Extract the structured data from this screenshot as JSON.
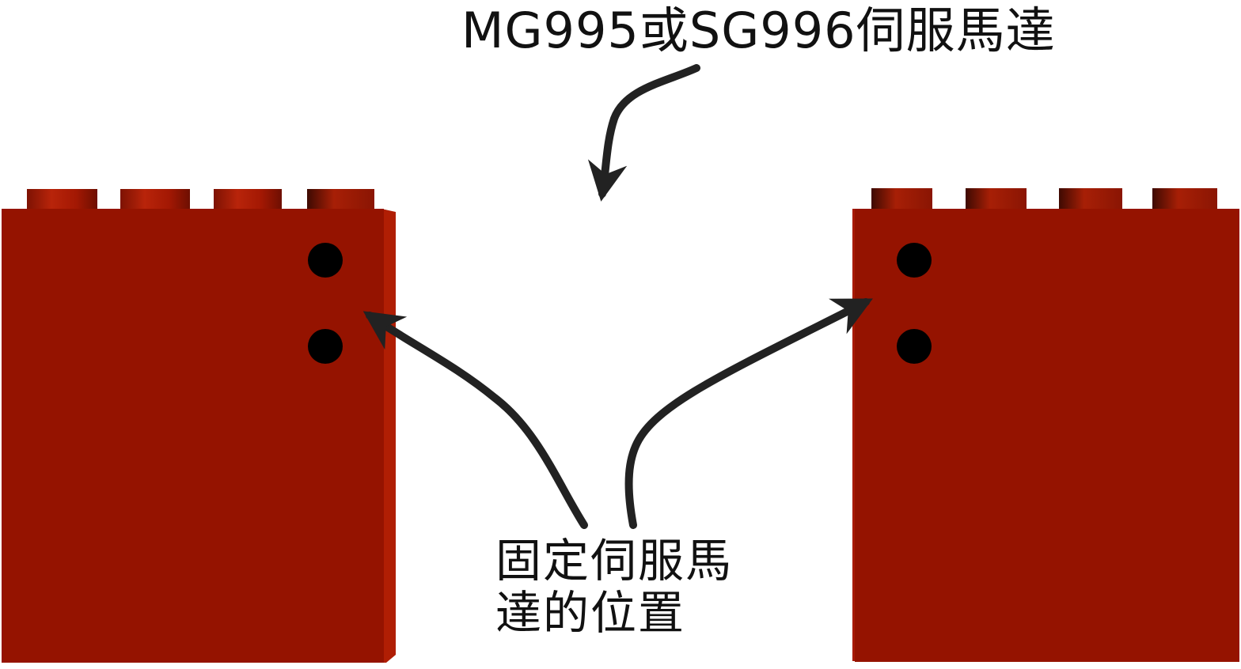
{
  "labels": {
    "servo_title": "MG995或SG996伺服馬達",
    "mount_position_line1": "固定伺服馬",
    "mount_position_line2": "達的位置"
  },
  "colors": {
    "brick_body": "#951300",
    "brick_edge": "#b01e04",
    "stud": "#ab1a04",
    "hole": "#000000",
    "arrow": "#222222",
    "text": "#111111",
    "background": "#ffffff"
  },
  "icons": {
    "mount_hole": "black-circle"
  }
}
